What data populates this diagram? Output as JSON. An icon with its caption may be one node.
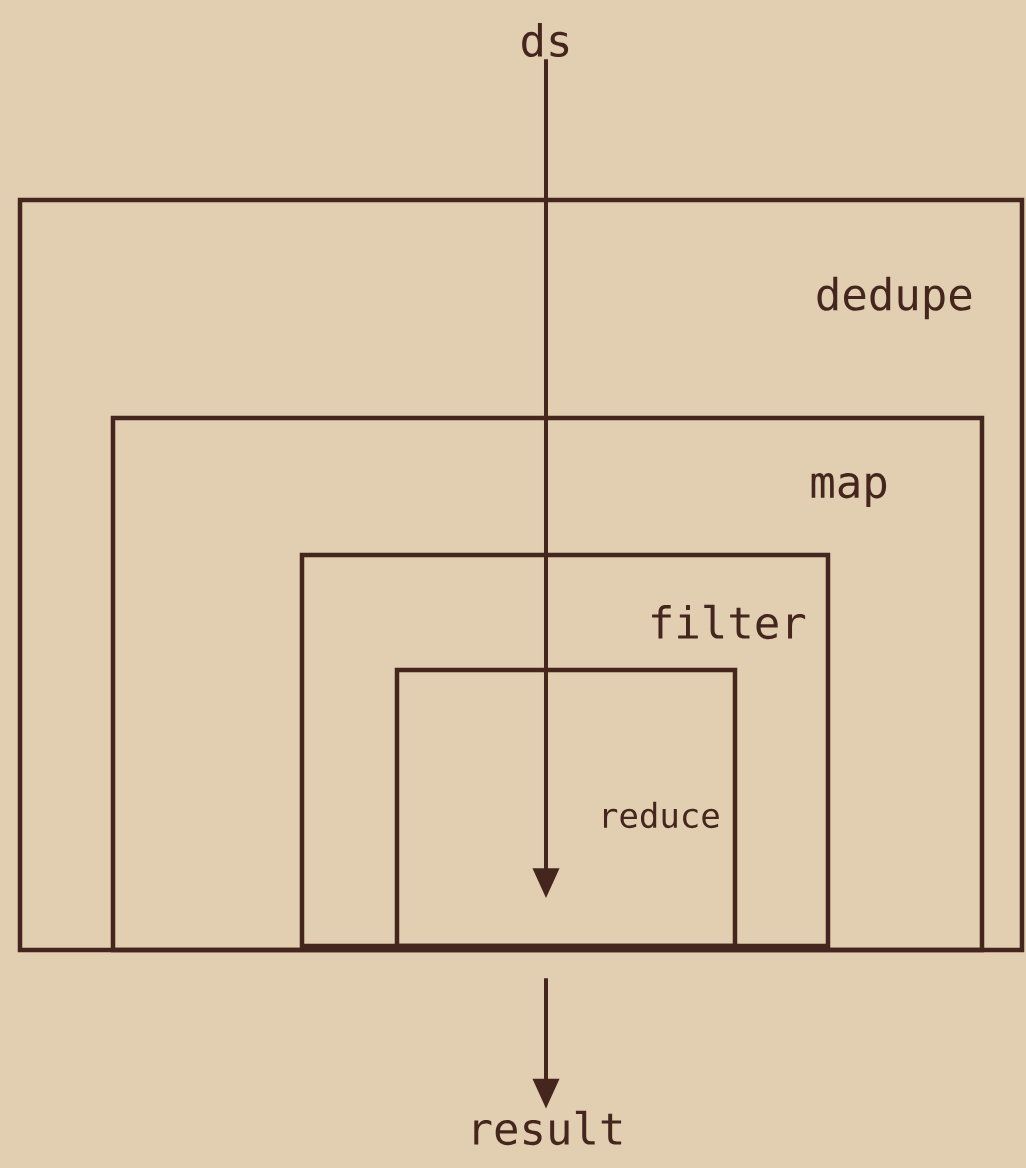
{
  "diagram": {
    "nodes": [
      {
        "text": [
          "ds"
        ]
      },
      {
        "text": [
          "dedupe"
        ]
      },
      {
        "text": [
          "map"
        ],
        "in": 1
      },
      {
        "text": [
          "filter"
        ],
        "in": 2
      },
      {
        "text": [
          "reduce"
        ],
        "in": 3
      },
      {
        "text": [
          "result"
        ]
      }
    ],
    "edges": [
      {
        "from": 0,
        "to": 4,
        "arrow": "to"
      },
      {
        "from": 4,
        "to": 5,
        "arrow": "to"
      }
    ]
  }
}
